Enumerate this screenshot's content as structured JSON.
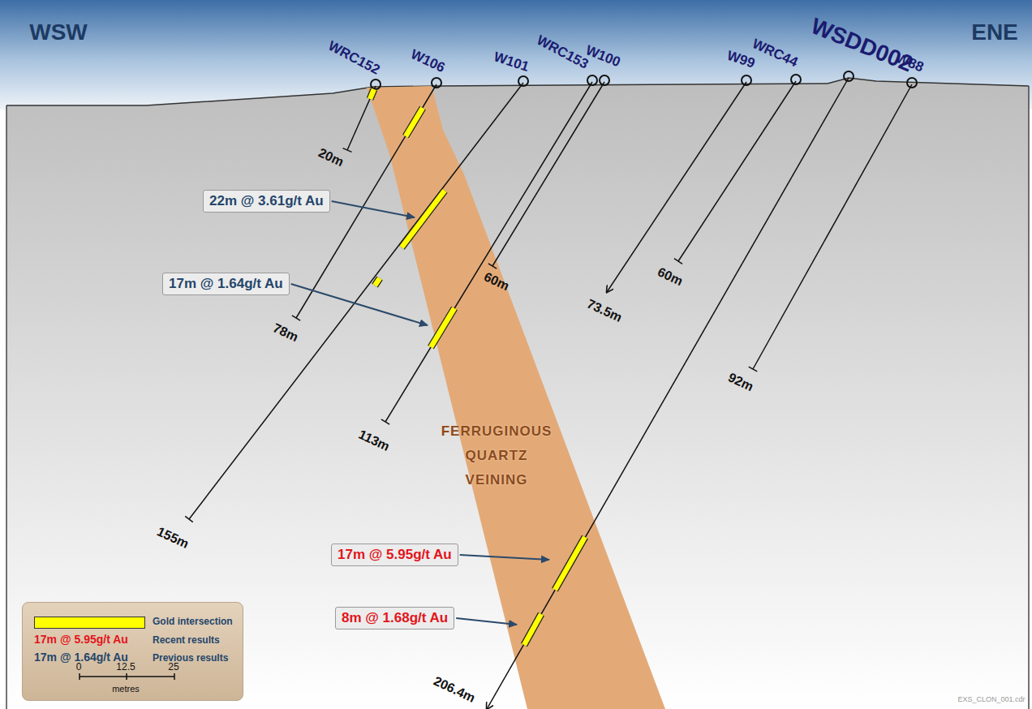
{
  "diagram": {
    "nodes": [
      {
        "text": [
          "22m @ 3.61g/t Au"
        ]
      },
      {
        "text": [
          "17m @ 1.64g/t Au"
        ]
      },
      {
        "text": [
          "FERRUGINOUS QUARTZ VEINING"
        ]
      },
      {
        "text": [
          "17m @ 5.95g/t Au"
        ]
      },
      {
        "text": [
          "8m @ 1.68g/t Au"
        ]
      }
    ],
    "labels": [
      "WSW",
      "ENE",
      "WRC152",
      "W106",
      "W101",
      "WRC153",
      "W100",
      "W99",
      "WRC44",
      "WSDD002",
      "W88",
      "20m",
      "78m",
      "60m",
      "73.5m",
      "60m",
      "113m",
      "92m",
      "155m",
      "206.4m",
      "17m @ 5.95g/t Au",
      "17m @ 1.64g/t Au",
      "0",
      "12.5",
      "25",
      "metres",
      "EXS_CLON_001.cdr"
    ],
    "legend": [
      {
        "text": "Gold intersection",
        "color": "#ffff00"
      },
      {
        "text": "Recent results"
      },
      {
        "text": "Previous results"
      }
    ]
  }
}
